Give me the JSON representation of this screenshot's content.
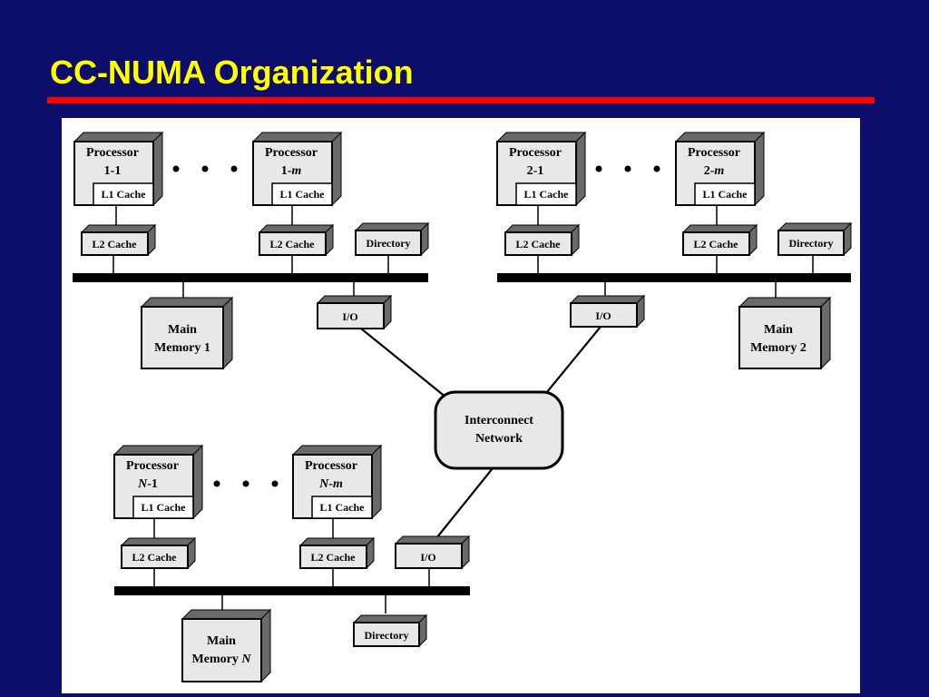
{
  "slide": {
    "title": "CC-NUMA Organization",
    "accent_color": "#ff0000",
    "title_color": "#ffff00",
    "background_color": "#0d0d6b"
  },
  "diagram": {
    "nodes": [
      {
        "processors": [
          {
            "line1": "Processor",
            "line2": "1-1",
            "cache": "L1 Cache",
            "l2": "L2 Cache"
          },
          {
            "line1": "Processor",
            "line2_prefix": "1-",
            "line2_italic": "m",
            "cache": "L1 Cache",
            "l2": "L2 Cache"
          }
        ],
        "directory": "Directory",
        "io": "I/O",
        "memory_line1": "Main",
        "memory_line2": "Memory 1"
      },
      {
        "processors": [
          {
            "line1": "Processor",
            "line2": "2-1",
            "cache": "L1 Cache",
            "l2": "L2 Cache"
          },
          {
            "line1": "Processor",
            "line2_prefix": "2-",
            "line2_italic": "m",
            "cache": "L1 Cache",
            "l2": "L2 Cache"
          }
        ],
        "directory": "Directory",
        "io": "I/O",
        "memory_line1": "Main",
        "memory_line2": "Memory 2"
      },
      {
        "processors": [
          {
            "line1": "Processor",
            "line2_italic": "N",
            "line2_suffix": "-1",
            "cache": "L1 Cache",
            "l2": "L2 Cache"
          },
          {
            "line1": "Processor",
            "line2_italic": "N",
            "line2_mid": "-",
            "line2_italic2": "m",
            "cache": "L1 Cache",
            "l2": "L2 Cache"
          }
        ],
        "directory": "Directory",
        "io": "I/O",
        "memory_line1": "Main",
        "memory_line2_prefix": "Memory ",
        "memory_line2_italic": "N"
      }
    ],
    "interconnect": {
      "line1": "Interconnect",
      "line2": "Network"
    }
  }
}
